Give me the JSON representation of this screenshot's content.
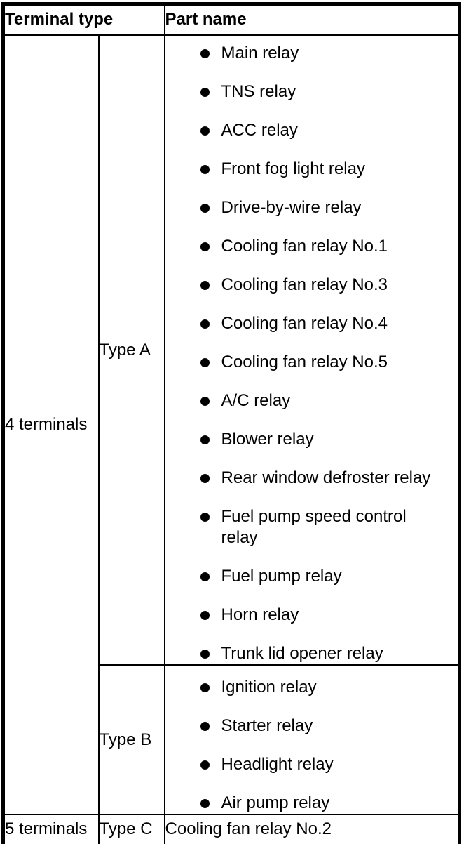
{
  "colors": {
    "ink": "#000000",
    "background": "#ffffff"
  },
  "table": {
    "header": {
      "terminal_type": "Terminal type",
      "part_name": "Part name"
    },
    "groups": [
      {
        "terminal": "4 terminals",
        "types": [
          {
            "type": "Type A",
            "parts": [
              "Main relay",
              "TNS relay",
              "ACC relay",
              "Front fog light relay",
              "Drive-by-wire relay",
              "Cooling fan relay No.1",
              "Cooling fan relay No.3",
              "Cooling fan relay No.4",
              "Cooling fan relay No.5",
              "A/C relay",
              "Blower relay",
              "Rear window defroster relay",
              "Fuel pump speed control relay",
              "Fuel pump relay",
              "Horn relay",
              "Trunk lid opener relay"
            ]
          },
          {
            "type": "Type B",
            "parts": [
              "Ignition relay",
              "Starter relay",
              "Headlight relay",
              "Air pump relay"
            ]
          }
        ]
      },
      {
        "terminal": "5 terminals",
        "types": [
          {
            "type": "Type C",
            "part_plain": "Cooling fan relay No.2"
          }
        ]
      }
    ]
  }
}
